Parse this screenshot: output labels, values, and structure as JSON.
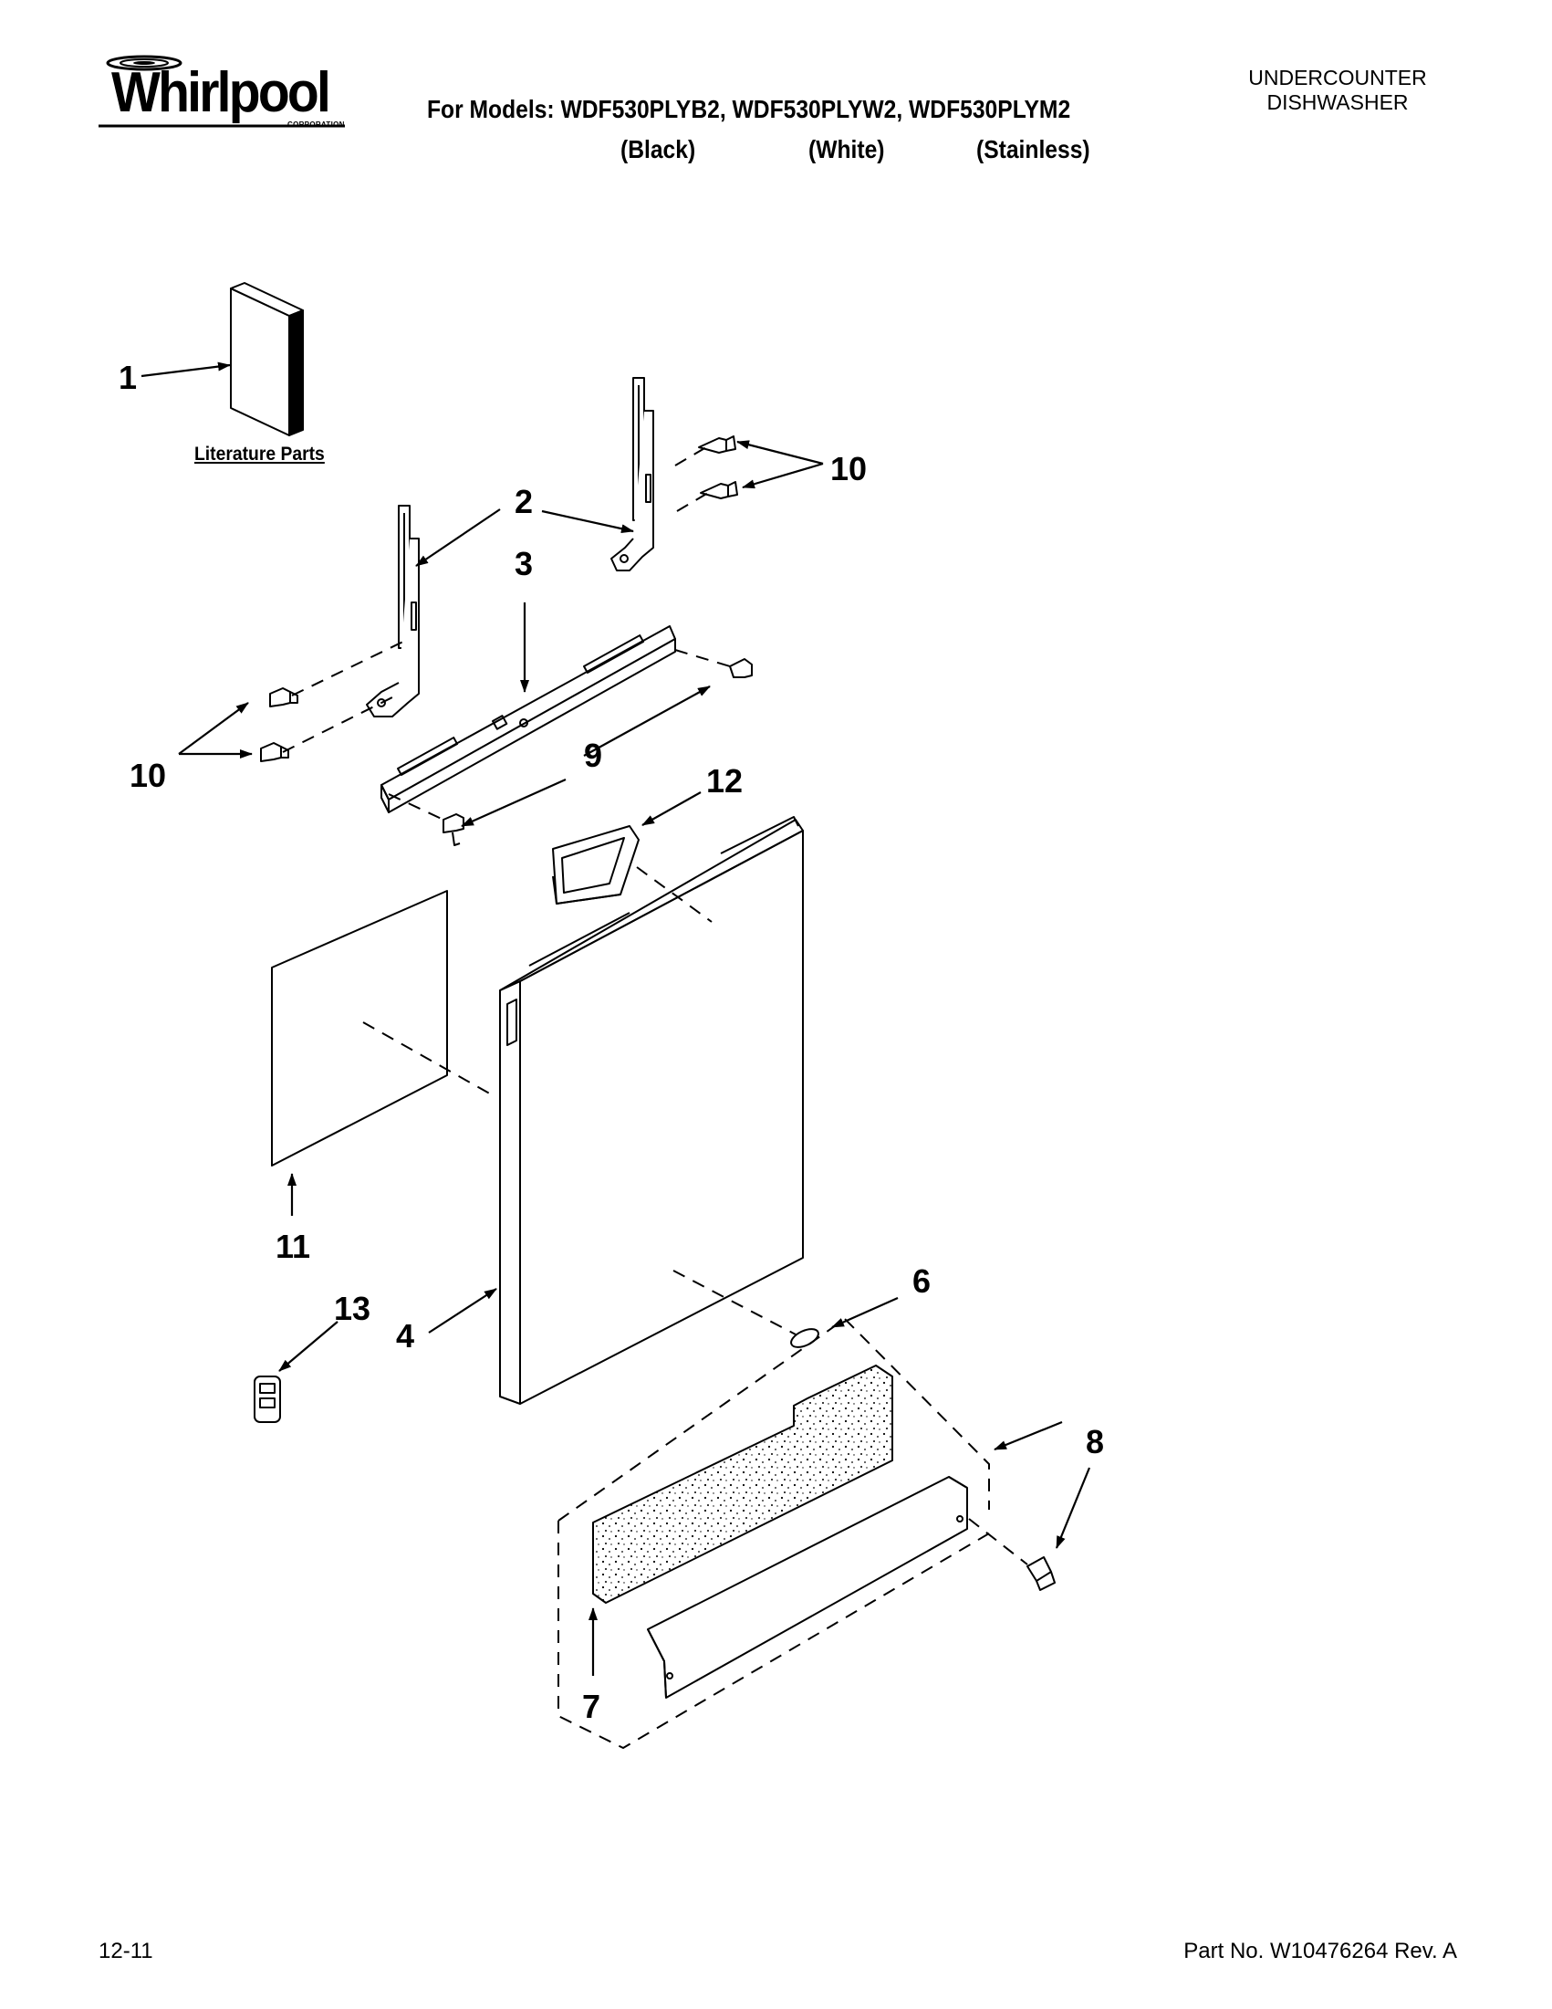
{
  "header": {
    "brand": "Whirlpool",
    "brand_sub": "CORPORATION",
    "models_line": "For Models: WDF530PLYB2, WDF530PLYW2, WDF530PLYM2",
    "variants": [
      "(Black)",
      "(White)",
      "(Stainless)"
    ],
    "product_line1": "UNDERCOUNTER",
    "product_line2": "DISHWASHER"
  },
  "diagram": {
    "literature_label": "Literature Parts",
    "callouts": [
      "1",
      "2",
      "3",
      "10",
      "10",
      "9",
      "12",
      "11",
      "4",
      "6",
      "13",
      "8",
      "7"
    ]
  },
  "footer": {
    "date": "12-11",
    "part_number": "Part No. W10476264 Rev. A"
  }
}
